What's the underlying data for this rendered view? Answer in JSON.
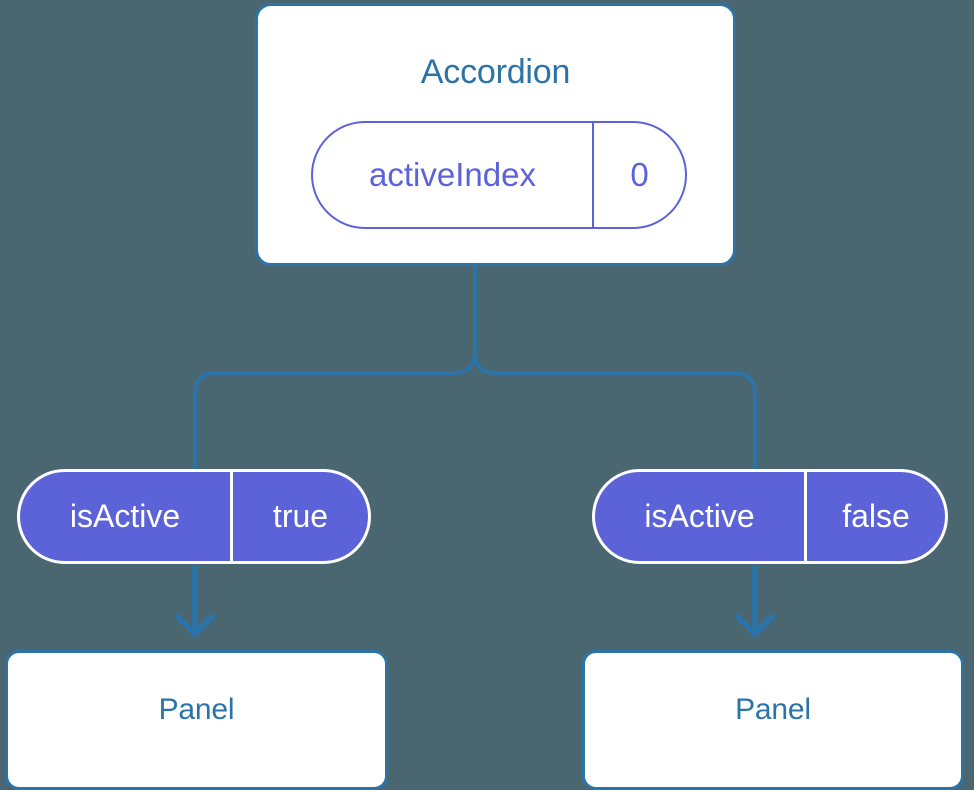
{
  "diagram": {
    "type": "component-tree",
    "background_color": "#4a6670",
    "colors": {
      "box_border": "#2c74a8",
      "box_fill": "#ffffff",
      "box_text": "#2c74a8",
      "connector": "#2c74a8",
      "state_outline": "#5c63d8",
      "state_fill": "#5c63d8",
      "state_fill_text": "#ffffff"
    },
    "root": {
      "title": "Accordion",
      "state": {
        "key": "activeIndex",
        "value": "0"
      }
    },
    "branches": [
      {
        "prop": {
          "key": "isActive",
          "value": "true"
        },
        "child": {
          "title": "Panel"
        }
      },
      {
        "prop": {
          "key": "isActive",
          "value": "false"
        },
        "child": {
          "title": "Panel"
        }
      }
    ]
  }
}
